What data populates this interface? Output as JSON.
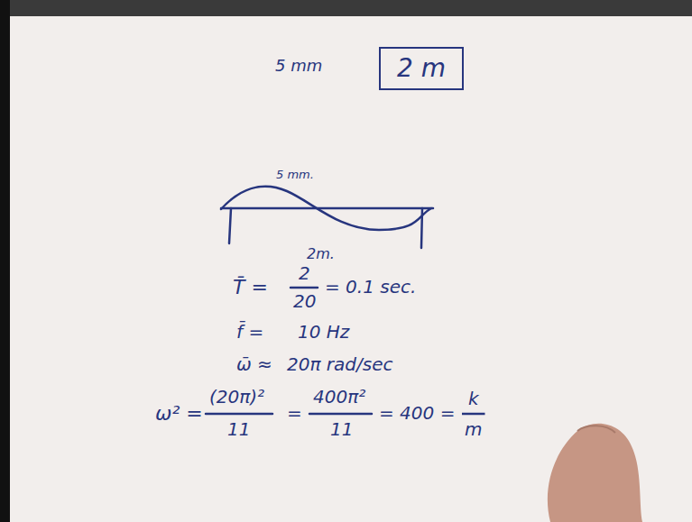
{
  "diagram": {
    "nodes": [
      {
        "text": [
          "2 m"
        ]
      }
    ],
    "labels": [
      "5 mm",
      "5 mm.",
      "2m.",
      "T̄ =",
      "2",
      "20",
      "= 0.1 sec.",
      "f̄ =",
      "10 Hz",
      "ω̄ ≈",
      "20π rad/sec",
      "ω² =",
      "(20π)²",
      "11",
      "=",
      "400π²",
      "11",
      "= 400 =",
      "k",
      "m"
    ]
  }
}
